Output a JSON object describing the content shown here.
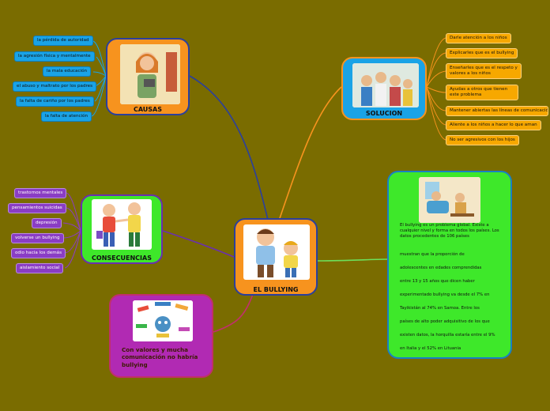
{
  "center": {
    "label": "EL BULLYING"
  },
  "causas": {
    "label": "CAUSAS",
    "items": [
      "la pérdida de autoridad",
      "la agresión física y mentalmente",
      "la mala educación",
      "el abuso y maltrato por los padres",
      "la falta de cariño por los padres",
      "la falta de atención"
    ]
  },
  "consecuencias": {
    "label": "CONSECUENCIAS",
    "items": [
      "trastornos mentales",
      "pensamientos suicidas",
      "depresión",
      "volverse un bullying",
      "odio hacia los demás",
      "aislamiento social"
    ]
  },
  "solucion": {
    "label": "SOLUCION",
    "items": [
      "Darle atención a los niños",
      "Explicarles que es el bullying",
      "Enseñarles que es el respeto y valores a los niños",
      "Ayudas a otros que tienen este problema",
      "Mantener abiertas las líneas de comunicación",
      "Aliente a los niños a hacer lo que aman",
      "No ser agresivos con los hijos"
    ]
  },
  "info": {
    "lines": [
      "El bullying es un problema global. Existe a cualquier nivel y forma en todos los países. Los datos procedentes de 106 países",
      "muestran que la proporción de",
      "adolescentes en edades comprendidas",
      "entre 13 y 15 años que dicen haber",
      "experimentado bullying va desde el 7% en",
      "Tayikistán al 74% en Samoa. Entre los",
      "países de alto poder adquisitivo de los que",
      "existen datos, la horquilla estaría entre el 9%",
      "en Italia y el 52% en Lituania"
    ]
  },
  "valores": {
    "label": "Con valores y mucha comunicación no habría bullying"
  },
  "colors": {
    "background": "#7a6c00",
    "orange": "#f7931e",
    "blue": "#1aa3e6",
    "green": "#3ee82a",
    "purple": "#8a3dc4",
    "magenta": "#b12ab3"
  }
}
